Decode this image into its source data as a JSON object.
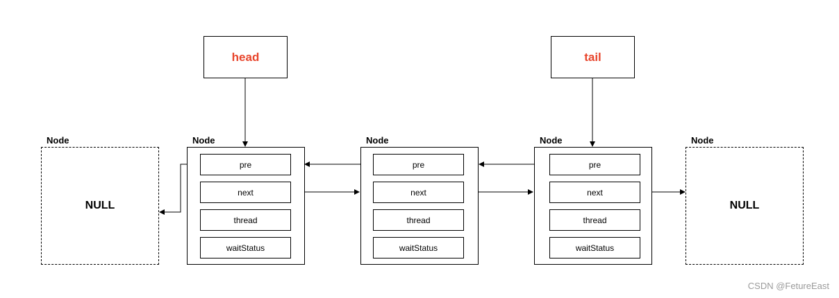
{
  "pointers": {
    "head": {
      "label": "head"
    },
    "tail": {
      "label": "tail"
    }
  },
  "nodes": [
    {
      "label": "Node",
      "value": "NULL"
    },
    {
      "label": "Node",
      "fields": {
        "pre": "pre",
        "next": "next",
        "thread": "thread",
        "waitStatus": "waitStatus"
      }
    },
    {
      "label": "Node",
      "fields": {
        "pre": "pre",
        "next": "next",
        "thread": "thread",
        "waitStatus": "waitStatus"
      }
    },
    {
      "label": "Node",
      "fields": {
        "pre": "pre",
        "next": "next",
        "thread": "thread",
        "waitStatus": "waitStatus"
      }
    },
    {
      "label": "Node",
      "value": "NULL"
    }
  ],
  "colors": {
    "pointer_text": "#e8452c",
    "line": "#000000",
    "watermark": "#9a9a9a"
  },
  "watermark": "CSDN @FetureEast"
}
